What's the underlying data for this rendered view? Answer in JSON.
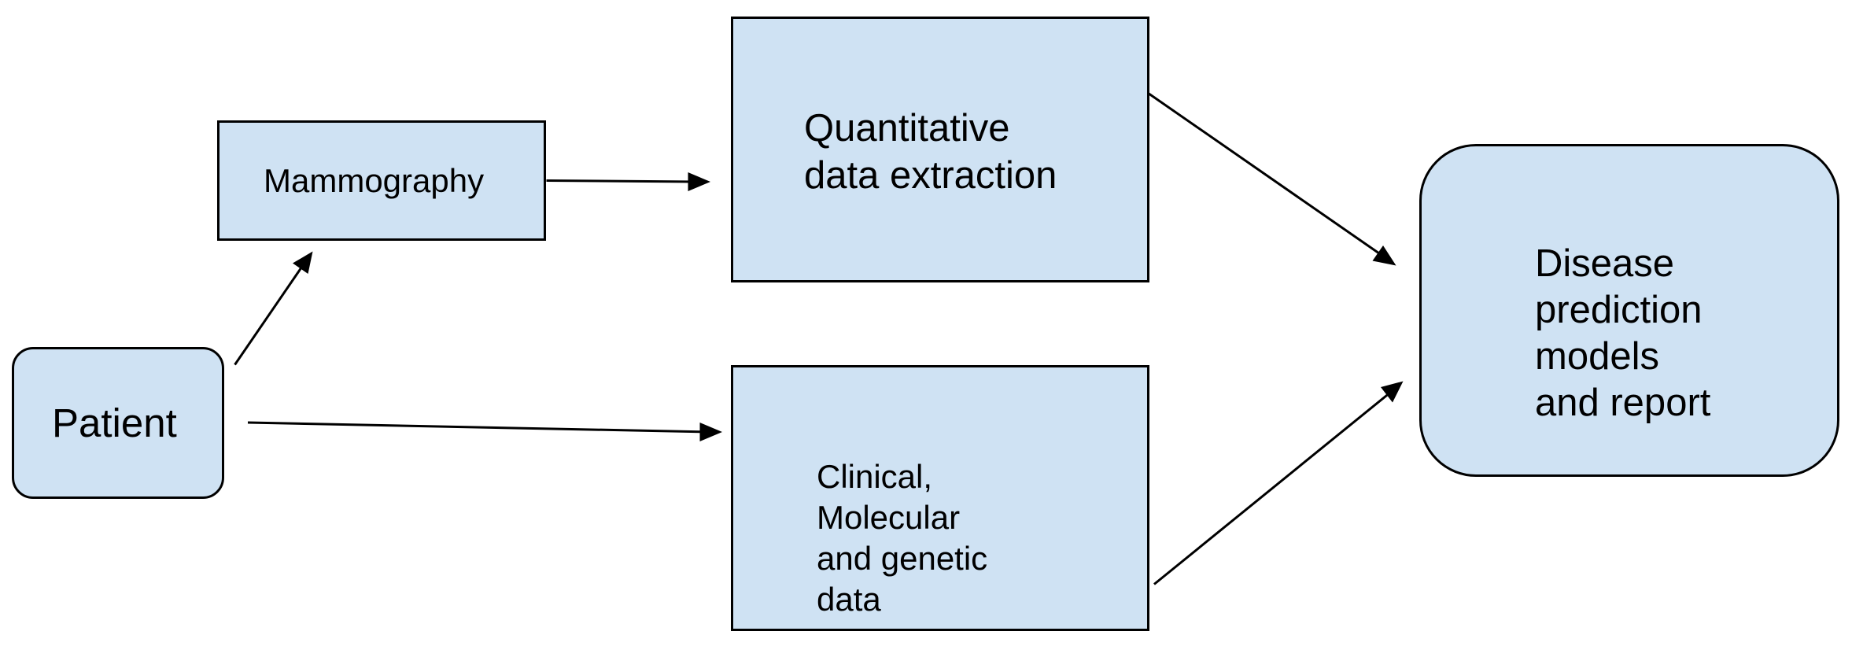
{
  "diagram": {
    "fill_color": "#cfe2f3",
    "stroke_color": "#000000",
    "nodes": {
      "patient": {
        "label": "Patient",
        "shape": "rounded-rectangle"
      },
      "mammography": {
        "label": "Mammography",
        "shape": "rectangle"
      },
      "quantitative": {
        "label": "Quantitative\ndata extraction",
        "shape": "rectangle"
      },
      "clinical": {
        "label": "Clinical,\nMolecular\nand genetic\ndata",
        "shape": "rectangle"
      },
      "disease": {
        "label": "Disease\nprediction\nmodels\nand report",
        "shape": "rounded-rectangle"
      }
    },
    "edges": [
      {
        "from": "patient",
        "to": "mammography"
      },
      {
        "from": "patient",
        "to": "clinical"
      },
      {
        "from": "mammography",
        "to": "quantitative"
      },
      {
        "from": "quantitative",
        "to": "disease"
      },
      {
        "from": "clinical",
        "to": "disease"
      }
    ]
  }
}
